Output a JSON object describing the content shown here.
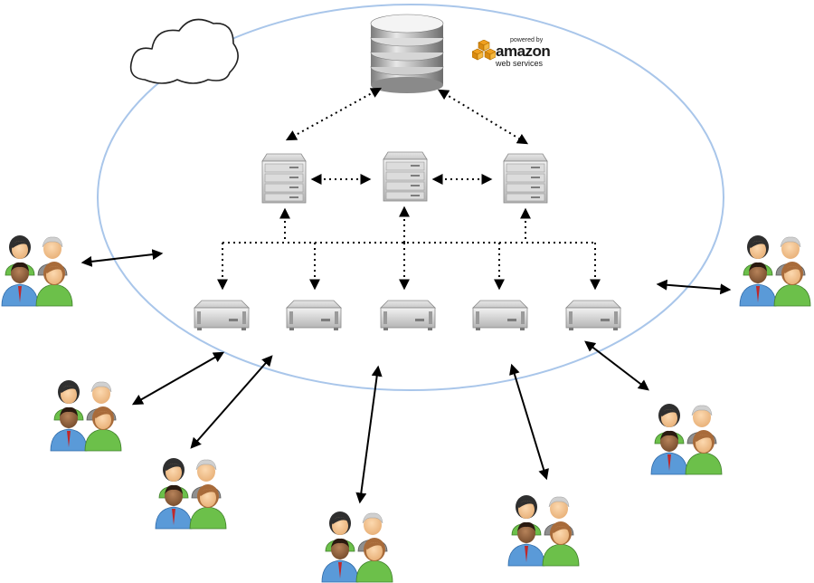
{
  "logo": {
    "powered_by": "powered by",
    "brand": "amazon",
    "services": "web services"
  },
  "colors": {
    "ellipse": "#a9c6ea",
    "cloud": "#ffffff",
    "arrow": "#000000",
    "aws_orange": "#f0a020",
    "server": "#c8c8c8",
    "shirt_green": "#6cc04a",
    "shirt_blue": "#5a9ad8",
    "shirt_grey": "#8f8f8f"
  },
  "icons": {
    "cloud": "cloud-icon",
    "database": "database-cylinder-icon",
    "tower_server": "tower-server-icon",
    "rack_server": "rack-server-icon",
    "user_group": "user-group-icon"
  }
}
